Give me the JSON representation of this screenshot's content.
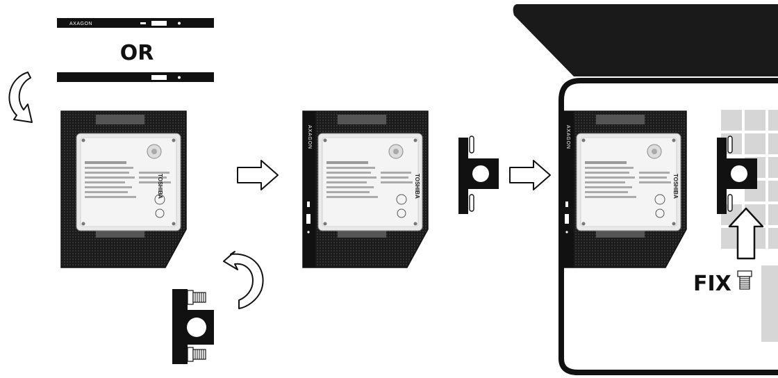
{
  "brand": "AXAGON",
  "or_label": "OR",
  "fix_label": "FIX",
  "hdd_brand": "TOSHIBA",
  "colors": {
    "frame": "#1a1a1a",
    "tray_grid": "#2b2b2b",
    "laptop_keys": "#d6d6d6",
    "outline": "#111111"
  },
  "icons": [
    "rotate-arrow-icon",
    "right-arrow-icon",
    "up-arrow-icon",
    "screw-icon"
  ]
}
